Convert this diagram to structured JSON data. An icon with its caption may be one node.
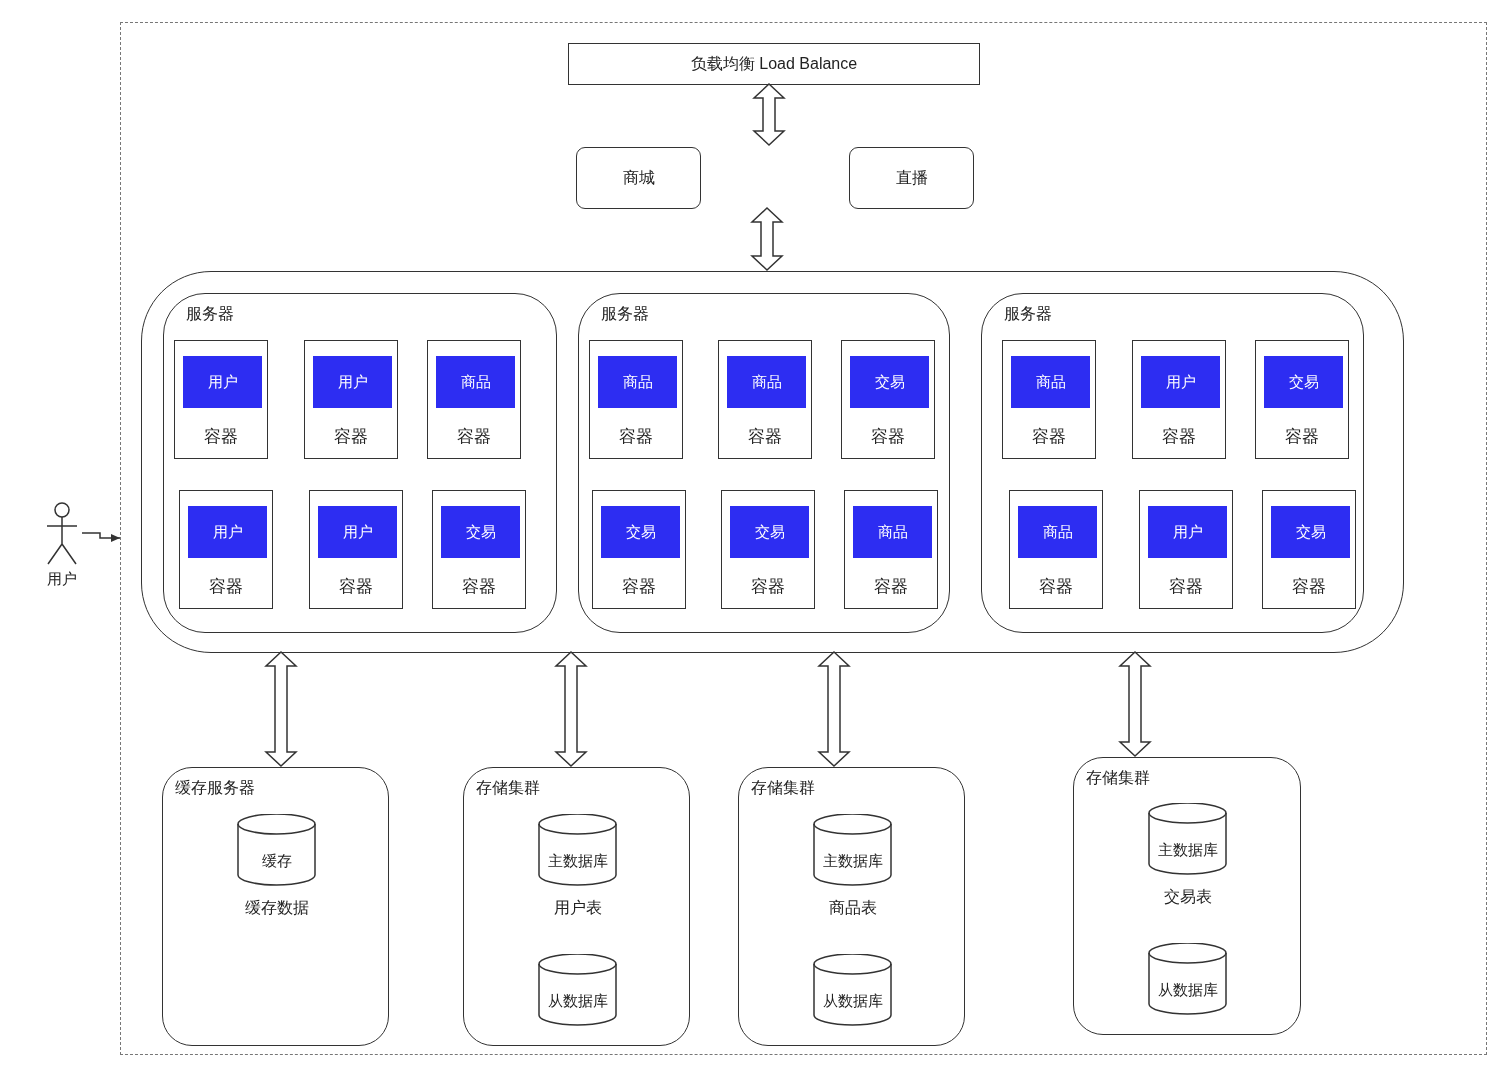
{
  "diagram": {
    "nodes": [
      {
        "text": [],
        "shape": "box"
      },
      {
        "text": [
          "负载均衡 Load Balance"
        ],
        "in": 0
      },
      {
        "text": [
          "商城"
        ],
        "in": 0
      },
      {
        "text": [
          "直播"
        ],
        "in": 0
      },
      {
        "text": [],
        "shape": "box",
        "in": 0
      },
      {
        "text": [
          "服务器"
        ],
        "in": 4
      },
      {
        "text": [
          "容器"
        ],
        "in": 5
      },
      {
        "text": [
          "用户"
        ],
        "in": 6
      },
      {
        "text": [
          "容器"
        ],
        "in": 5
      },
      {
        "text": [
          "用户"
        ],
        "in": 8
      },
      {
        "text": [
          "容器"
        ],
        "in": 5
      },
      {
        "text": [
          "商品"
        ],
        "in": 10
      },
      {
        "text": [
          "容器"
        ],
        "in": 5
      },
      {
        "text": [
          "用户"
        ],
        "in": 12
      },
      {
        "text": [
          "容器"
        ],
        "in": 5
      },
      {
        "text": [
          "用户"
        ],
        "in": 14
      },
      {
        "text": [
          "容器"
        ],
        "in": 5
      },
      {
        "text": [
          "交易"
        ],
        "in": 16
      },
      {
        "text": [
          "服务器"
        ],
        "in": 4
      },
      {
        "text": [
          "容器"
        ],
        "in": 18
      },
      {
        "text": [
          "商品"
        ],
        "in": 19
      },
      {
        "text": [
          "容器"
        ],
        "in": 18
      },
      {
        "text": [
          "商品"
        ],
        "in": 21
      },
      {
        "text": [
          "容器"
        ],
        "in": 18
      },
      {
        "text": [
          "交易"
        ],
        "in": 23
      },
      {
        "text": [
          "容器"
        ],
        "in": 18
      },
      {
        "text": [
          "交易"
        ],
        "in": 25
      },
      {
        "text": [
          "容器"
        ],
        "in": 18
      },
      {
        "text": [
          "交易"
        ],
        "in": 27
      },
      {
        "text": [
          "容器"
        ],
        "in": 18
      },
      {
        "text": [
          "商品"
        ],
        "in": 29
      },
      {
        "text": [
          "服务器"
        ],
        "in": 4
      },
      {
        "text": [
          "容器"
        ],
        "in": 31
      },
      {
        "text": [
          "商品"
        ],
        "in": 32
      },
      {
        "text": [
          "容器"
        ],
        "in": 31
      },
      {
        "text": [
          "用户"
        ],
        "in": 34
      },
      {
        "text": [
          "容器"
        ],
        "in": 31
      },
      {
        "text": [
          "交易"
        ],
        "in": 36
      },
      {
        "text": [
          "容器"
        ],
        "in": 31
      },
      {
        "text": [
          "商品"
        ],
        "in": 38
      },
      {
        "text": [
          "容器"
        ],
        "in": 31
      },
      {
        "text": [
          "用户"
        ],
        "in": 40
      },
      {
        "text": [
          "容器"
        ],
        "in": 31
      },
      {
        "text": [
          "交易"
        ],
        "in": 42
      },
      {
        "text": [
          "缓存服务器"
        ],
        "in": 0
      },
      {
        "text": [
          "缓存"
        ],
        "in": 44,
        "beside": [
          "缓存数据"
        ]
      },
      {
        "text": [
          "存储集群"
        ],
        "in": 0
      },
      {
        "text": [
          "主数据库"
        ],
        "in": 46,
        "beside": [
          "用户表"
        ]
      },
      {
        "text": [
          "从数据库"
        ],
        "in": 46
      },
      {
        "text": [
          "存储集群"
        ],
        "in": 0
      },
      {
        "text": [
          "主数据库"
        ],
        "in": 49,
        "beside": [
          "商品表"
        ]
      },
      {
        "text": [
          "从数据库"
        ],
        "in": 49
      },
      {
        "text": [
          "存储集群"
        ],
        "in": 0
      },
      {
        "text": [
          "主数据库"
        ],
        "in": 52,
        "beside": [
          "交易表"
        ]
      },
      {
        "text": [
          "从数据库"
        ],
        "in": 52
      },
      {
        "text": [
          "用户"
        ]
      }
    ],
    "edges": [
      {
        "from": 1,
        "to": null,
        "arrow": "both"
      },
      {
        "from": null,
        "to": 4,
        "arrow": "both"
      },
      {
        "from": 4,
        "to": 44,
        "arrow": "both"
      },
      {
        "from": 4,
        "to": 46,
        "arrow": "both"
      },
      {
        "from": 4,
        "to": 49,
        "arrow": "both"
      },
      {
        "from": 4,
        "to": 52,
        "arrow": "both"
      },
      {
        "from": 55,
        "to": 0,
        "arrow": "to"
      }
    ]
  }
}
